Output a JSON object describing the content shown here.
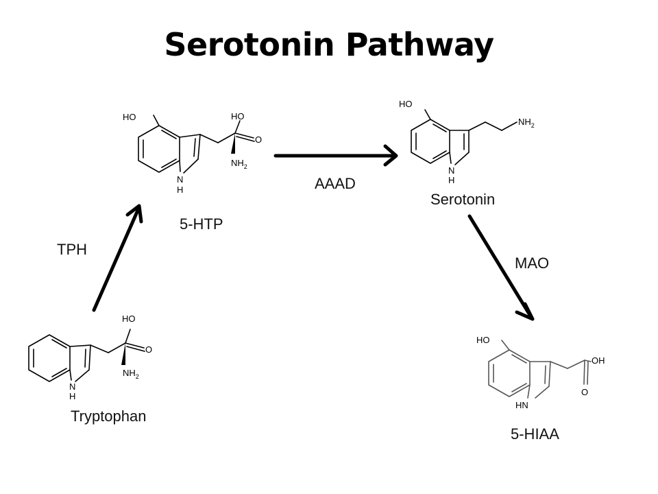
{
  "title": "Serotonin Pathway",
  "compounds": {
    "tryptophan": {
      "name": "Tryptophan",
      "labels": {
        "oh": "HO",
        "nh": "N",
        "h": "H",
        "nh2": "NH",
        "sub2": "2"
      }
    },
    "htp": {
      "name": "5-HTP",
      "labels": {
        "ho_ring": "HO",
        "ho_acid": "HO",
        "nh": "N",
        "h": "H",
        "nh2": "NH",
        "sub2": "2"
      }
    },
    "serotonin": {
      "name": "Serotonin",
      "labels": {
        "ho_ring": "HO",
        "nh": "N",
        "h": "H",
        "nh2": "NH",
        "sub2": "2"
      }
    },
    "hiaa": {
      "name": "5-HIAA",
      "labels": {
        "ho_ring": "HO",
        "oh": "OH",
        "hn": "HN"
      }
    }
  },
  "enzymes": {
    "tph": "TPH",
    "aaad": "AAAD",
    "mao": "MAO"
  },
  "colors": {
    "text": "#000000",
    "arrow": "#000000",
    "background": "#ffffff"
  }
}
